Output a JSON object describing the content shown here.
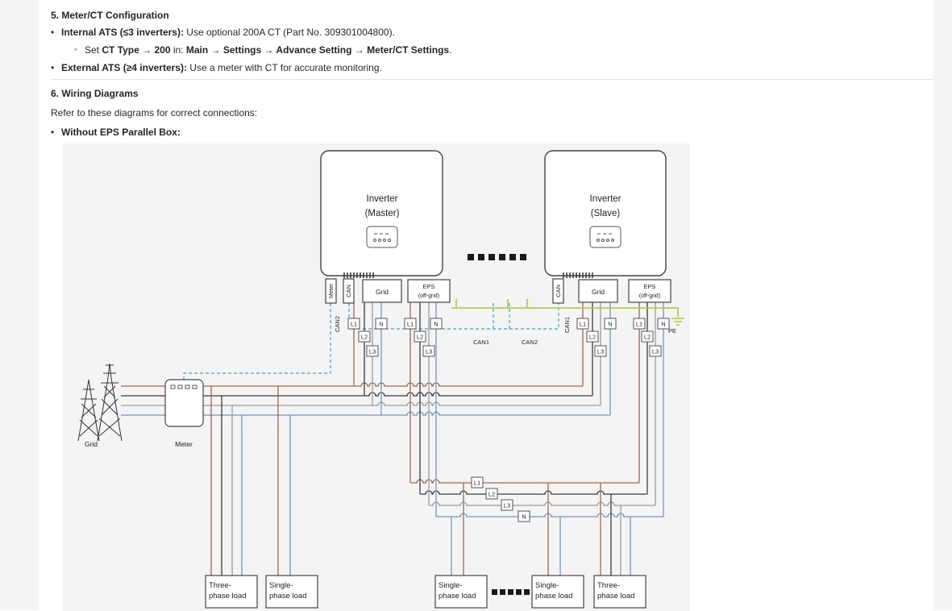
{
  "doc": {
    "section5": {
      "heading": "5. Meter/CT Configuration",
      "bullet1_bold": "Internal ATS (≤3 inverters):",
      "bullet1_rest": " Use optional 200A CT (Part No. 309301004800).",
      "sub_pre": "Set ",
      "sub_bold1": "CT Type → 200",
      "sub_mid": " in: ",
      "sub_bold2": "Main → Settings → Advance Setting → Meter/CT Settings",
      "sub_end": ".",
      "bullet2_bold": "External ATS (≥4 inverters):",
      "bullet2_rest": " Use a meter with CT for accurate monitoring."
    },
    "section6": {
      "heading": "6. Wiring Diagrams",
      "intro": "Refer to these diagrams for correct connections:",
      "bullet_bold": "Without EPS Parallel Box:"
    }
  },
  "diagram": {
    "inverter": {
      "master_line1": "Inverter",
      "master_line2": "(Master)",
      "slave_line1": "Inverter",
      "slave_line2": "(Slave)"
    },
    "ports": {
      "meter": "Meter",
      "can": "CAN",
      "grid": "Grid",
      "eps_line1": "EPS",
      "eps_line2": "(off-grid)"
    },
    "comm": {
      "can1": "CAN1",
      "can2": "CAN2"
    },
    "phase": {
      "l1": "L1",
      "l2": "L2",
      "l3": "L3",
      "n": "N",
      "pe": "PE"
    },
    "grid_label": "Grid",
    "meter_label": "Meter",
    "loads": [
      {
        "line1": "Three-",
        "line2": "phase load"
      },
      {
        "line1": "Single-",
        "line2": "phase load"
      },
      {
        "line1": "Single-",
        "line2": "phase load"
      },
      {
        "line1": "Single-",
        "line2": "phase load"
      },
      {
        "line1": "Three-",
        "line2": "phase load"
      }
    ],
    "colors": {
      "l1_brown": "#9a6a50",
      "l2_black": "#3b3b3b",
      "l3_gray": "#9c9c9c",
      "n_blue": "#7596bd",
      "pe_green": "#a6c93d",
      "can_comm_blue": "#3f9fe0",
      "diagram_bg": "#f4f4f4"
    }
  }
}
